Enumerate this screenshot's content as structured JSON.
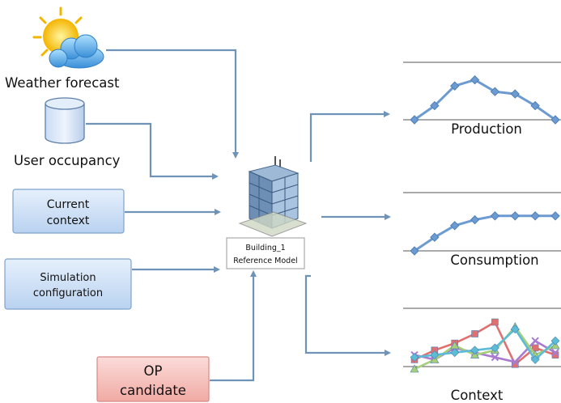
{
  "inputs": {
    "weather_label": "Weather forecast",
    "occupancy_label": "User occupancy",
    "current_context_line1": "Current",
    "current_context_line2": "context",
    "simulation_line1": "Simulation",
    "simulation_line2": "configuration",
    "op_line1": "OP",
    "op_line2": "candidate"
  },
  "building": {
    "line1": "Building_1",
    "line2": "Reference Model"
  },
  "outputs": {
    "production_label": "Production",
    "consumption_label": "Consumption",
    "context_label": "Context"
  },
  "chart_data": [
    {
      "type": "line",
      "title": "Production",
      "series": [
        {
          "values": [
            0.0,
            0.3,
            0.72,
            0.85,
            0.6,
            0.55,
            0.3,
            0.0
          ]
        }
      ],
      "color": "#6c9bd2"
    },
    {
      "type": "line",
      "title": "Consumption",
      "series": [
        {
          "values": [
            0.0,
            0.35,
            0.65,
            0.8,
            0.9,
            0.9,
            0.9,
            0.9
          ]
        }
      ],
      "color": "#6c9bd2"
    },
    {
      "type": "line",
      "title": "Context",
      "series": [
        {
          "values": [
            0.2,
            0.4,
            0.55,
            0.75,
            1.0,
            0.1,
            0.45,
            0.3
          ],
          "color": "#e07070"
        },
        {
          "values": [
            0.3,
            0.2,
            0.45,
            0.35,
            0.25,
            0.15,
            0.6,
            0.35
          ],
          "color": "#a87bd0"
        },
        {
          "values": [
            0.0,
            0.2,
            0.5,
            0.3,
            0.4,
            0.9,
            0.3,
            0.5
          ],
          "color": "#a6cf7a"
        },
        {
          "values": [
            0.25,
            0.3,
            0.35,
            0.4,
            0.45,
            0.85,
            0.2,
            0.6
          ],
          "color": "#5bbcd6"
        }
      ]
    }
  ],
  "colors": {
    "arrow": "#6f93b6",
    "blue_box": "#cfe0f6",
    "red_box": "#f6c6c2"
  }
}
